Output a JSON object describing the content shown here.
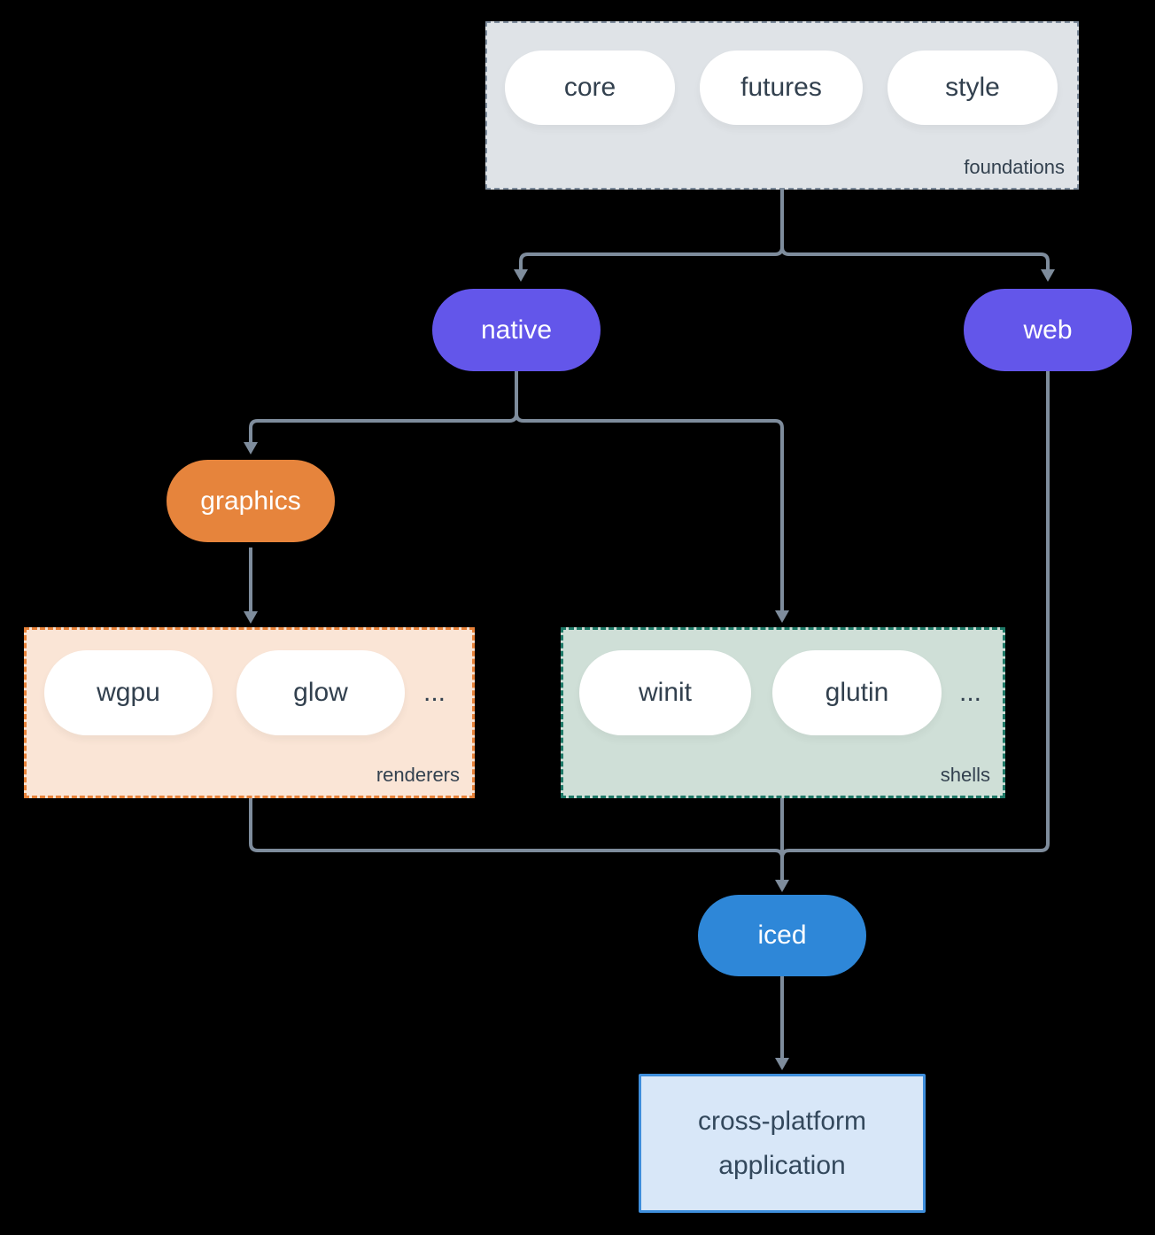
{
  "diagram": {
    "title_implicit": "iced crate ecosystem",
    "colors": {
      "background": "#000000",
      "line": "#7e8c9c",
      "purple_node": "#6356ea",
      "orange_node": "#e6843c",
      "blue_node": "#2e87d8",
      "foundations_fill": "#dfe3e7",
      "renderers_fill": "#fae5d6",
      "renderers_border": "#e8833a",
      "shells_fill": "#cfdfd7",
      "shells_border": "#1f7a68",
      "application_fill": "#d8e7f8",
      "application_border": "#3e8edc",
      "dark_text": "#32404e"
    },
    "groups": {
      "foundations": {
        "label": "foundations",
        "pills": [
          "core",
          "futures",
          "style"
        ]
      },
      "renderers": {
        "label": "renderers",
        "pills": [
          "wgpu",
          "glow"
        ],
        "more": "..."
      },
      "shells": {
        "label": "shells",
        "pills": [
          "winit",
          "glutin"
        ],
        "more": "..."
      }
    },
    "nodes": {
      "native": {
        "label": "native"
      },
      "web": {
        "label": "web"
      },
      "graphics": {
        "label": "graphics"
      },
      "iced": {
        "label": "iced"
      },
      "application": {
        "line1": "cross-platform",
        "line2": "application"
      }
    },
    "edges": [
      {
        "from": "foundations",
        "to": "native"
      },
      {
        "from": "foundations",
        "to": "web"
      },
      {
        "from": "native",
        "to": "graphics"
      },
      {
        "from": "native",
        "to": "shells"
      },
      {
        "from": "graphics",
        "to": "renderers"
      },
      {
        "from": "renderers",
        "to": "iced"
      },
      {
        "from": "shells",
        "to": "iced"
      },
      {
        "from": "web",
        "to": "iced"
      },
      {
        "from": "iced",
        "to": "application"
      }
    ]
  }
}
